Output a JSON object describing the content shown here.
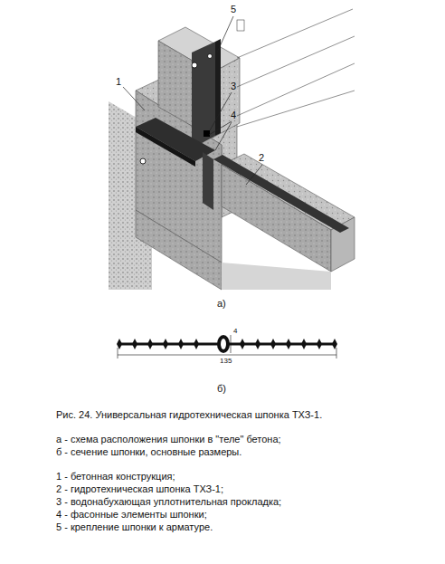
{
  "diagram": {
    "caption": "Рис. 24. Универсальная гидротехническая шпонка ТХЗ-1.",
    "labels": [
      "5",
      "1",
      "3",
      "4",
      "2",
      "а)",
      "4",
      "135",
      "б)",
      "а - схема расположения шпонки в \"теле\" бетона;",
      "б - сечение шпонки, основные размеры.",
      "1 - бетонная конструкция;",
      "2 - гидротехническая шпонка ТХЗ-1;",
      "3 - водонабухающая уплотнительная прокладка;",
      "4 - фасонные элементы шпонки;",
      "5 - крепление шпонки к арматуре."
    ]
  }
}
